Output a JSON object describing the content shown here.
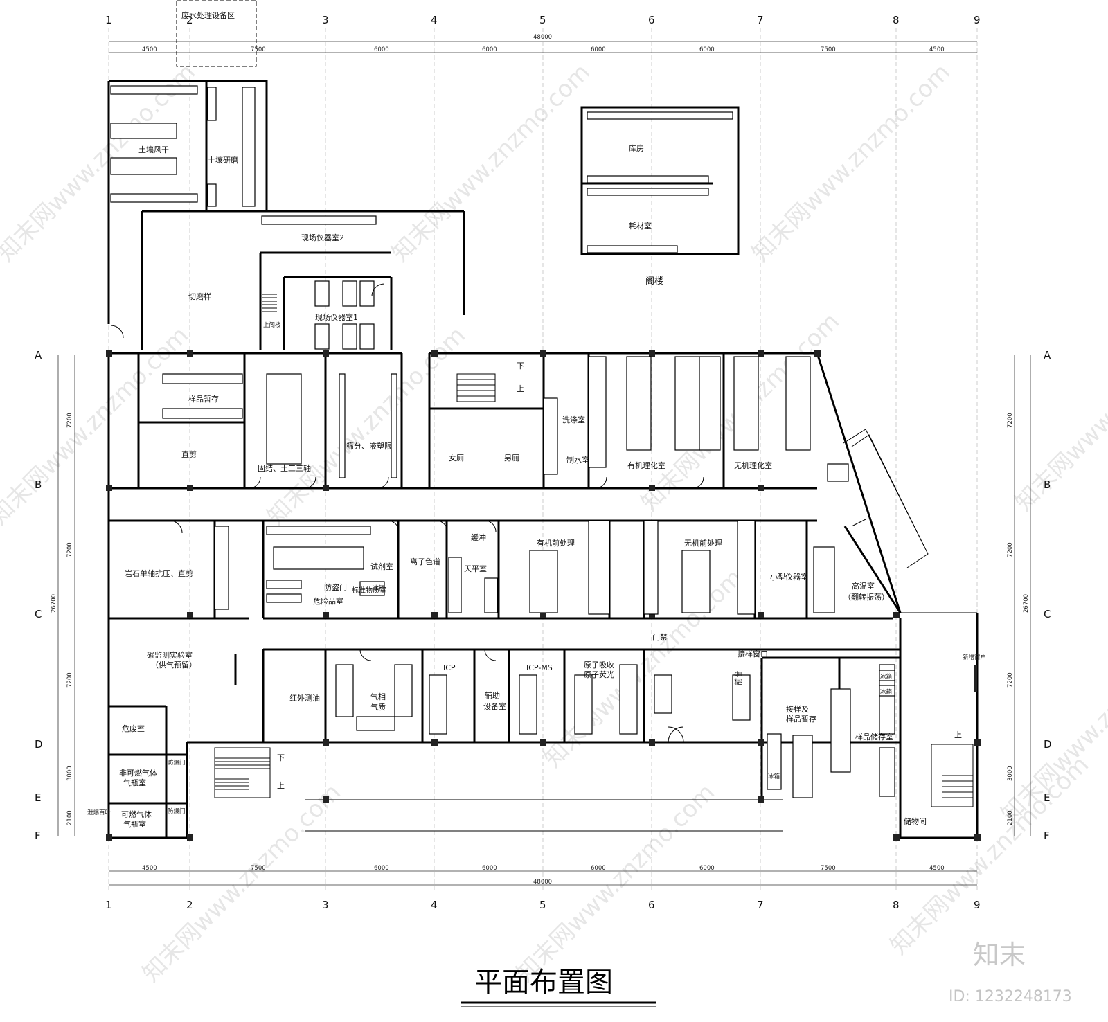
{
  "title": "平面布置图",
  "attic_label": "阁楼",
  "axes": {
    "columns": [
      "1",
      "2",
      "3",
      "4",
      "5",
      "6",
      "7",
      "8",
      "9"
    ],
    "rows": [
      "A",
      "B",
      "C",
      "D",
      "E",
      "F"
    ]
  },
  "dimensions": {
    "total_width": "48000",
    "bays": [
      "4500",
      "7500",
      "6000",
      "6000",
      "6000",
      "6000",
      "7500",
      "4500"
    ],
    "total_depth": "26700",
    "row_spans": [
      "7200",
      "7200",
      "7200",
      "3000",
      "2100"
    ]
  },
  "rooms": {
    "wastewater": "废水处理设备区",
    "soil_dry": "土壤风干",
    "soil_grind": "土壤研磨",
    "field_instr2": "现场仪器室2",
    "cut_grind": "切磨样",
    "field_instr1": "现场仪器室1",
    "upstairs": "上阁楼",
    "storage": "库房",
    "consumables": "耗材室",
    "sample_temp": "样品暂存",
    "direct_shear": "直剪",
    "consolidation": "固结、土工三轴",
    "sieve": "筛分、液塑限",
    "female_wc": "女厕",
    "male_wc": "男厕",
    "wash": "洗涤室",
    "water": "制水室",
    "organic_lab": "有机理化室",
    "inorganic_lab": "无机理化室",
    "rock": "岩石单轴抗压、直剪",
    "reagent": "试剂室",
    "hazard": "危险品室",
    "standard": "标准物质室",
    "theft_door": "防盗门",
    "ion_chrom": "离子色谱",
    "buffer": "缓冲",
    "balance": "天平室",
    "organic_pre": "有机前处理",
    "inorganic_pre": "无机前处理",
    "small_instr": "小型仪器室",
    "high_temp": "高温室",
    "high_temp_sub": "（翻转振荡）",
    "carbon": "碳监测实验室",
    "carbon_sub": "（供气预留）",
    "ir_oil": "红外测油",
    "gc": "气相",
    "gcms": "气质",
    "icp": "ICP",
    "aux": "辅助",
    "aux2": "设备室",
    "icpms": "ICP-MS",
    "aas": "原子吸收",
    "afs": "原子荧光",
    "access": "门禁",
    "receive_window": "接样窗口",
    "front_desk": "前台",
    "receive": "接样及",
    "receive2": "样品暂存",
    "sample_store": "样品储存室",
    "hazwaste": "危废室",
    "nonflam": "非可燃气体",
    "nonflam2": "气瓶室",
    "flam": "可燃气体",
    "flam2": "气瓶室",
    "explosion_door": "防爆门",
    "explosion_door2": "防爆门",
    "vent": "泄爆百叶",
    "storeroom": "储物间",
    "new_window": "新增窗户",
    "fridge": "冰箱",
    "up": "上",
    "down": "下"
  },
  "watermark": {
    "site": "知末网www.znzmo.com",
    "brand": "知末",
    "id": "ID: 1232248173"
  }
}
